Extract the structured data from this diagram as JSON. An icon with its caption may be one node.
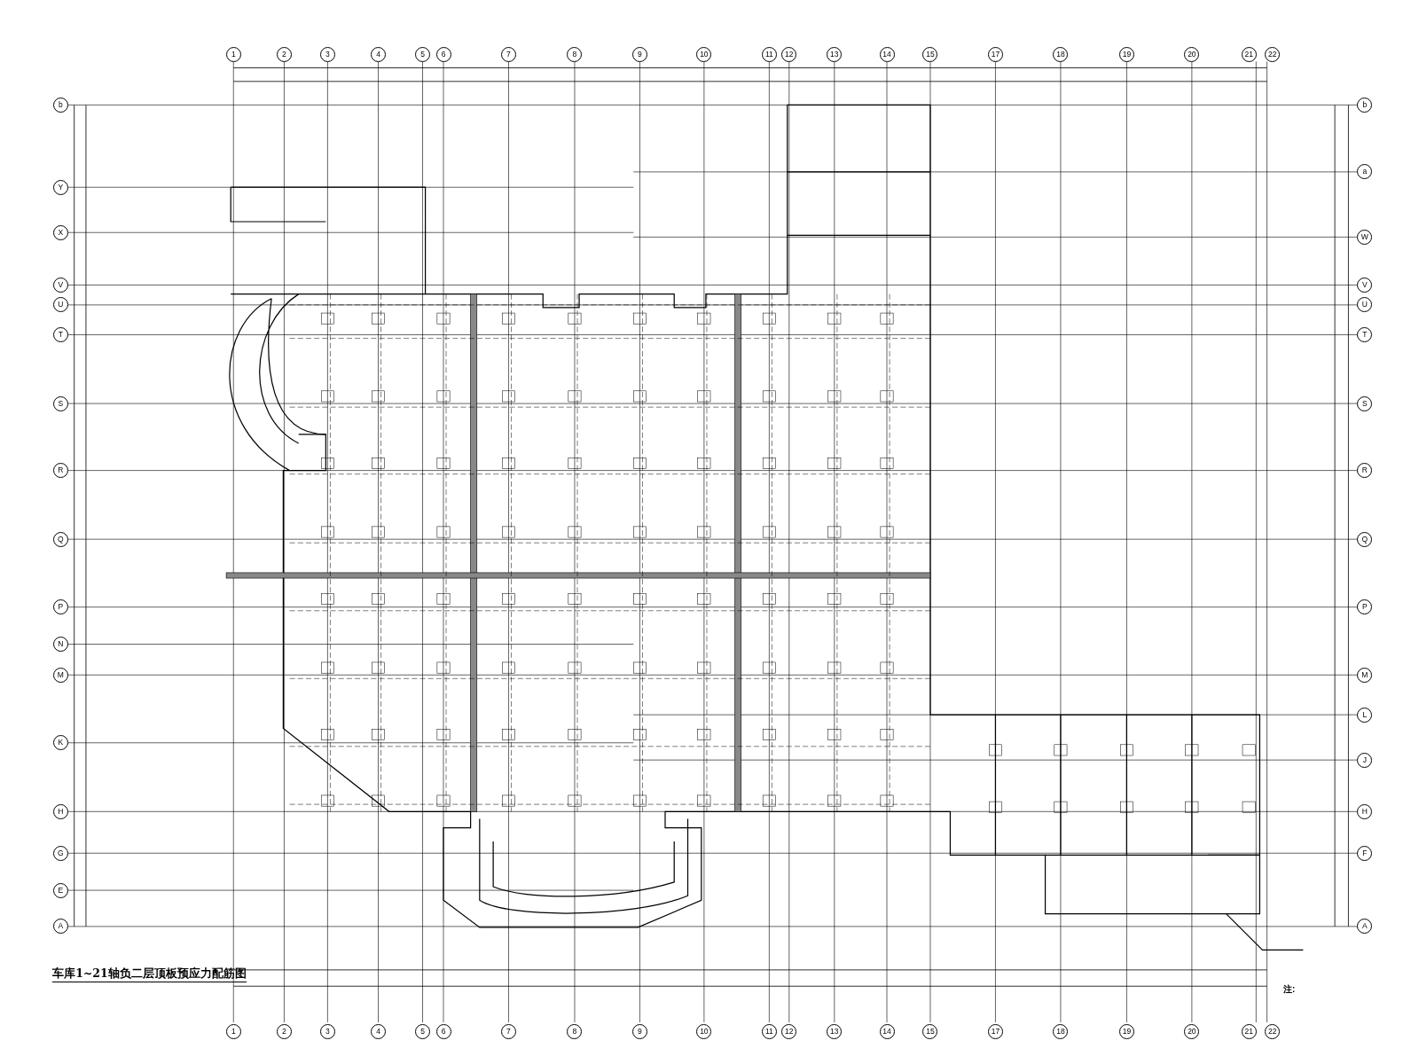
{
  "diagram": {
    "title": "车库1~21轴负二层顶板预应力配筋图",
    "labels": [
      "1",
      "2",
      "3",
      "4",
      "5",
      "6",
      "7",
      "8",
      "9",
      "10",
      "11",
      "12",
      "13",
      "14",
      "15",
      "17",
      "18",
      "19",
      "20",
      "21",
      "22",
      "1",
      "2",
      "3",
      "4",
      "5",
      "6",
      "7",
      "8",
      "9",
      "10",
      "11",
      "12",
      "13",
      "14",
      "15",
      "17",
      "18",
      "19",
      "20",
      "21",
      "22",
      "b",
      "Y",
      "X",
      "V",
      "U",
      "T",
      "S",
      "R",
      "Q",
      "P",
      "N",
      "M",
      "K",
      "H",
      "G",
      "E",
      "A",
      "b",
      "a",
      "W",
      "V",
      "U",
      "T",
      "S",
      "R",
      "Q",
      "P",
      "M",
      "L",
      "J",
      "H",
      "F",
      "A",
      "注:"
    ]
  }
}
